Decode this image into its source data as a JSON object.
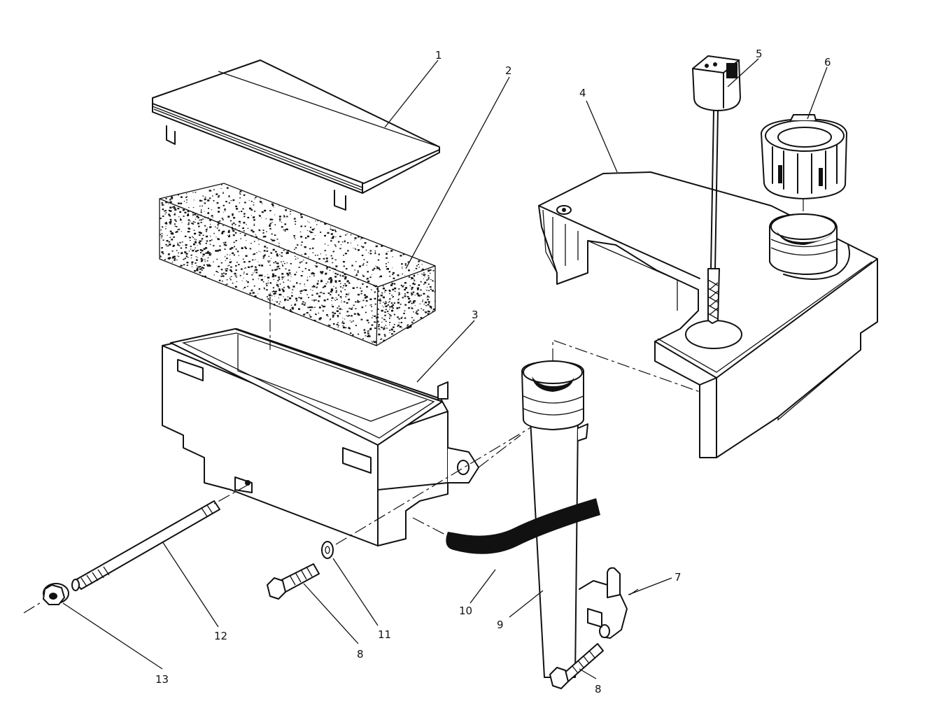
{
  "callouts": [
    {
      "id": "c1",
      "text": "1"
    },
    {
      "id": "c2",
      "text": "2"
    },
    {
      "id": "c3",
      "text": "3"
    },
    {
      "id": "c4",
      "text": "4"
    },
    {
      "id": "c5",
      "text": "5"
    },
    {
      "id": "c6",
      "text": "6"
    },
    {
      "id": "c7",
      "text": "7"
    },
    {
      "id": "c8a",
      "text": "8"
    },
    {
      "id": "c8b",
      "text": "8"
    },
    {
      "id": "c9",
      "text": "9"
    },
    {
      "id": "c10",
      "text": "10"
    },
    {
      "id": "c11",
      "text": "11"
    },
    {
      "id": "c12",
      "text": "12"
    },
    {
      "id": "c13",
      "text": "13"
    }
  ]
}
